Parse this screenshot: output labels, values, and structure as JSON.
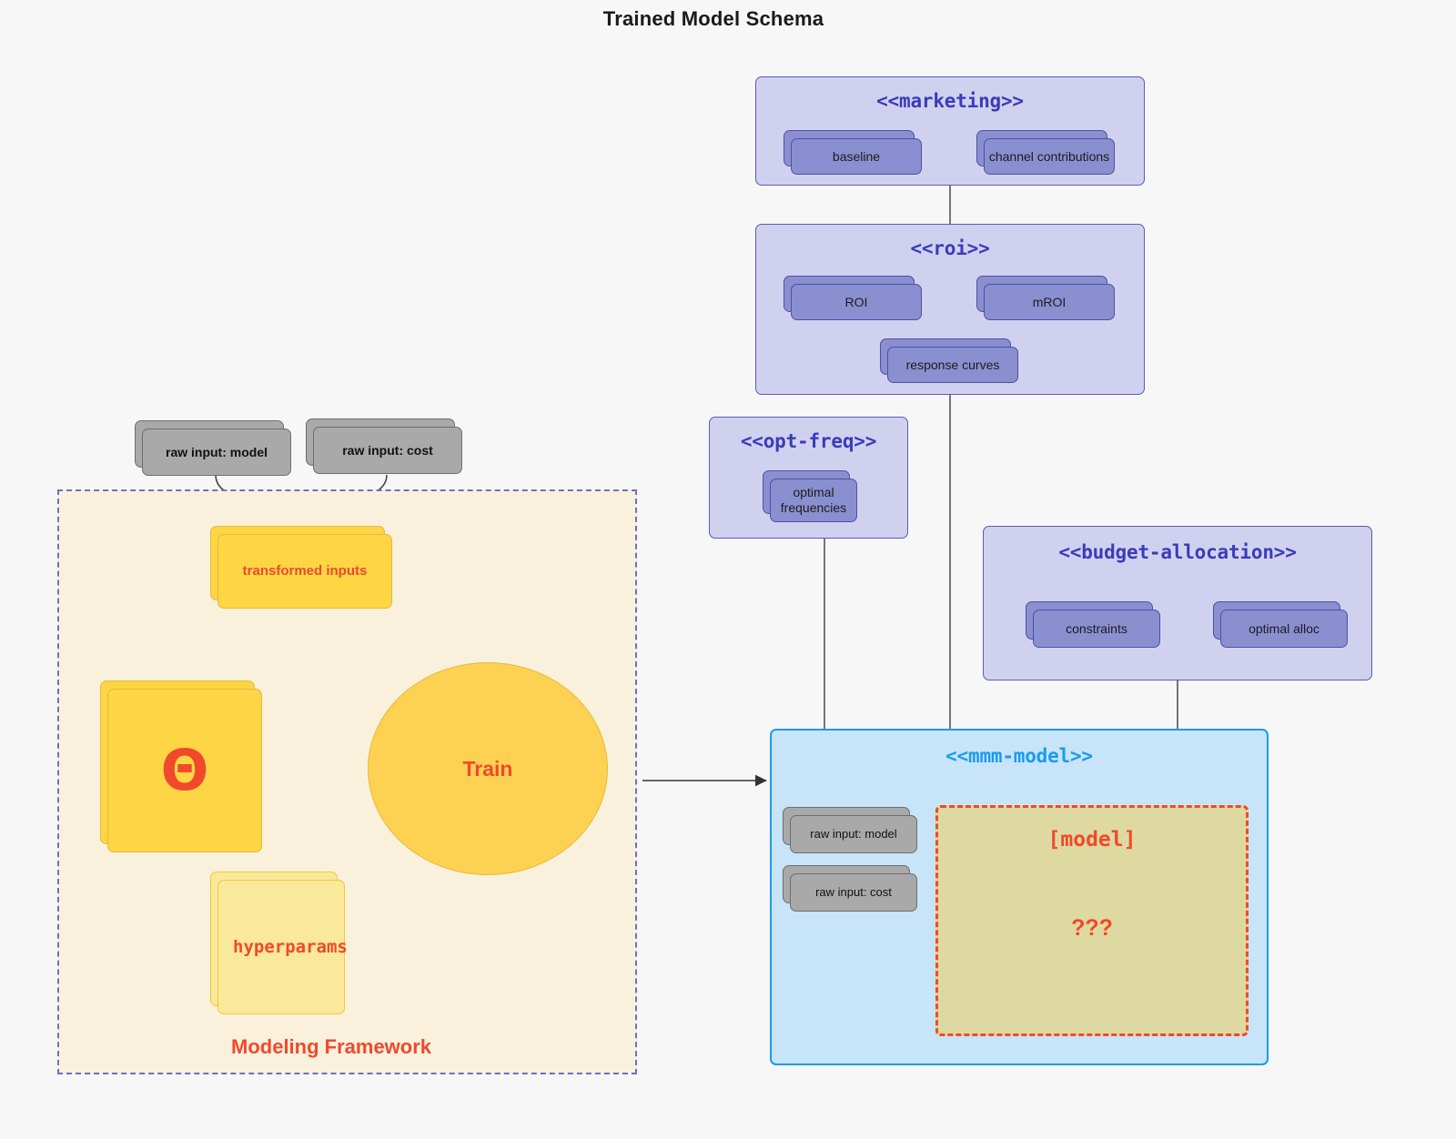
{
  "page": {
    "title": "Trained Model Schema",
    "background": "#f7f7f7"
  },
  "colors": {
    "package_fill": "#d0d1ee",
    "package_border": "#5b5bb4",
    "package_title": "#3b3bbb",
    "card_purple": "#8a8fd0",
    "card_grey": "#a9a9a9",
    "card_yellow": "#fdd545",
    "card_yellow_pale": "#fae99a",
    "accent_red": "#f0492c",
    "mmm_fill": "#c7e4f8",
    "mmm_border": "#1a9bf0",
    "model_box_fill": "#ded9a0",
    "framework_fill": "#faf1dd",
    "framework_border": "#6e6ec8"
  },
  "packages": {
    "marketing": {
      "title": "<<marketing>>",
      "cards": [
        {
          "label": "baseline"
        },
        {
          "label": "channel contributions"
        }
      ]
    },
    "roi": {
      "title": "<<roi>>",
      "cards": [
        {
          "label": "ROI"
        },
        {
          "label": "mROI"
        },
        {
          "label": "response curves"
        }
      ]
    },
    "opt_freq": {
      "title": "<<opt-freq>>",
      "cards": [
        {
          "label": "optimal\nfrequencies",
          "line1": "optimal",
          "line2": "frequencies"
        }
      ]
    },
    "budget_allocation": {
      "title": "<<budget-allocation>>",
      "cards": [
        {
          "label": "constraints"
        },
        {
          "label": "optimal alloc"
        }
      ]
    },
    "mmm_model": {
      "title": "<<mmm-model>>",
      "inputs": [
        {
          "label": "raw input: model"
        },
        {
          "label": "raw input: cost"
        }
      ],
      "model_box": {
        "title": "[model]",
        "question": "???"
      }
    }
  },
  "framework": {
    "label": "Modeling Framework",
    "raw_inputs": [
      {
        "label": "raw input: model"
      },
      {
        "label": "raw input: cost"
      }
    ],
    "transformed_inputs": {
      "label": "transformed inputs"
    },
    "theta": {
      "label": "Θ"
    },
    "hyperparams": {
      "label": "hyperparams"
    },
    "train": {
      "label": "Train"
    }
  },
  "icons": {
    "arrow_head": "arrow-head-icon",
    "stack_card": "stacked-card-icon"
  }
}
